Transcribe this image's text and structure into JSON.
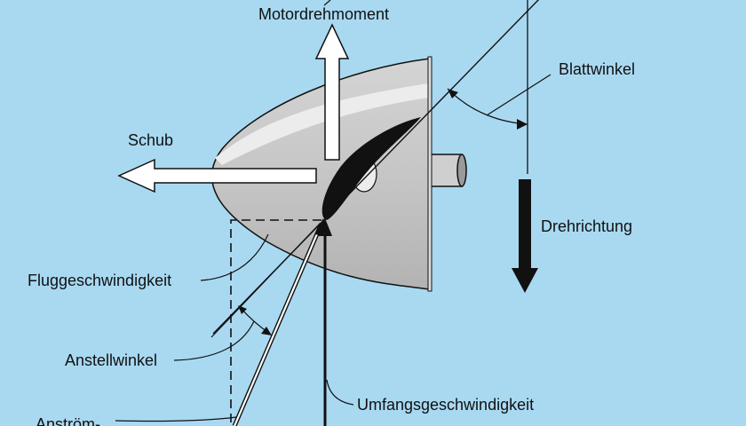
{
  "labels": {
    "motordrehmoment": "Motordrehmoment",
    "blattwinkel": "Blattwinkel",
    "schub": "Schub",
    "drehrichtung": "Drehrichtung",
    "fluggeschwindigkeit": "Fluggeschwindigkeit",
    "anstellwinkel": "Anstellwinkel",
    "umfangsgeschwindigkeit": "Umfangsgeschwindigkeit",
    "anstroem": "Anström-"
  },
  "colors": {
    "background": "#a9d9f1",
    "spinner": "#c9c9c9",
    "ink": "#111111",
    "arrow_fill": "#ffffff"
  }
}
